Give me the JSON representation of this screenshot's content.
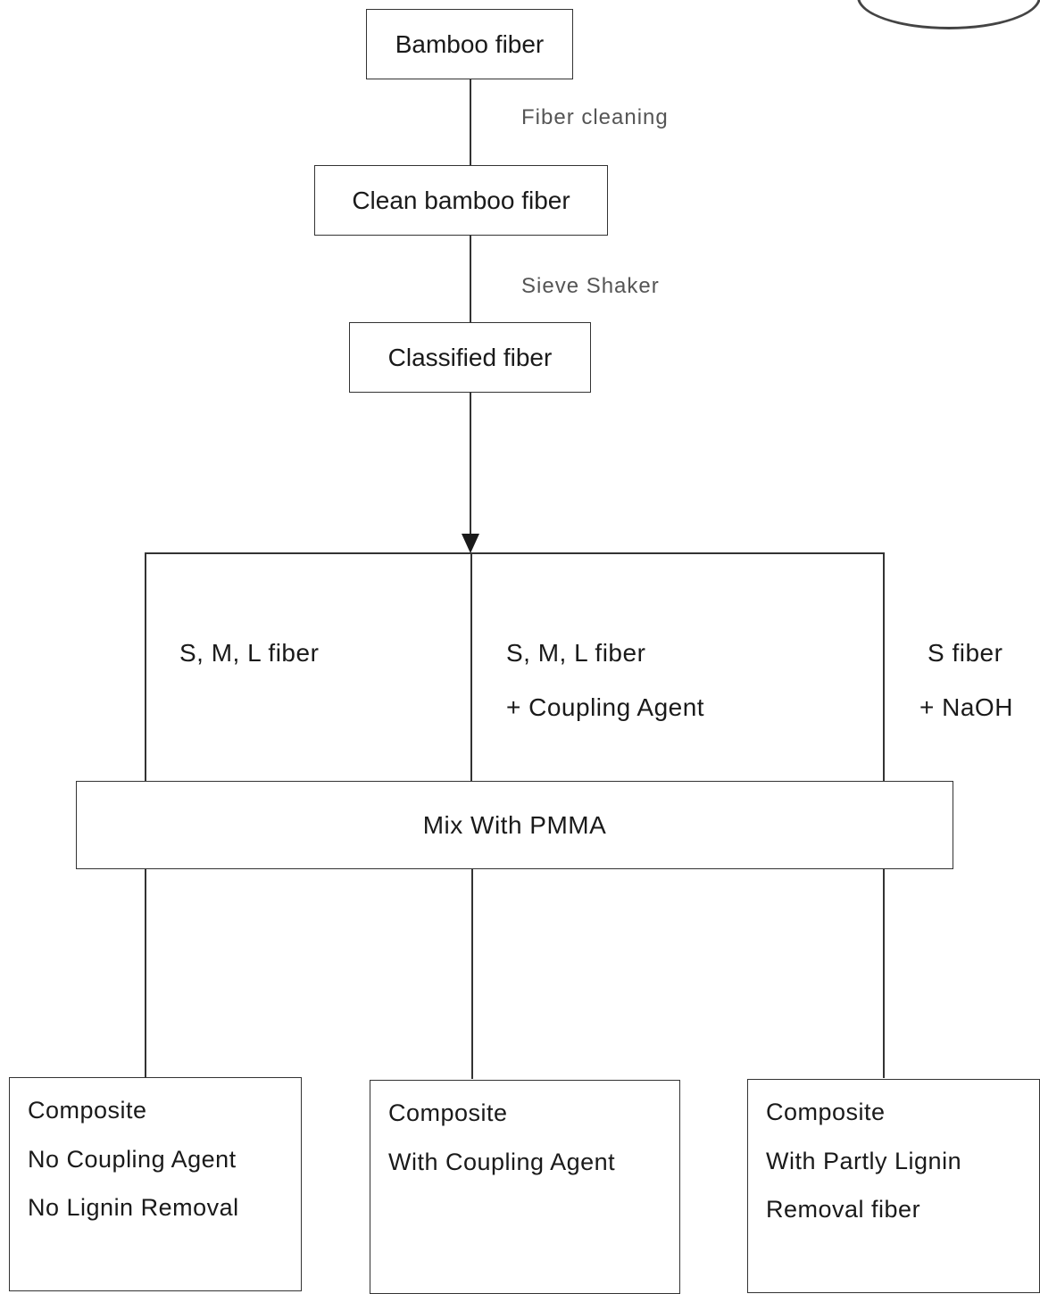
{
  "flow": {
    "bamboo_fiber": "Bamboo fiber",
    "fiber_cleaning": "Fiber cleaning",
    "clean_bamboo_fiber": "Clean bamboo fiber",
    "sieve_shaker": "Sieve Shaker",
    "classified_fiber": "Classified fiber"
  },
  "branches": {
    "left": {
      "line1": "S, M, L fiber"
    },
    "middle": {
      "line1": "S, M, L fiber",
      "line2": "+ Coupling Agent"
    },
    "right": {
      "line1": "S fiber",
      "line2": "+  NaOH"
    }
  },
  "mix": "Mix With PMMA",
  "outputs": [
    {
      "lines": [
        "Composite",
        "No Coupling Agent",
        "No Lignin Removal"
      ]
    },
    {
      "lines": [
        "Composite",
        "With Coupling Agent"
      ]
    },
    {
      "lines": [
        "Composite",
        "With Partly Lignin",
        "Removal fiber"
      ]
    }
  ]
}
